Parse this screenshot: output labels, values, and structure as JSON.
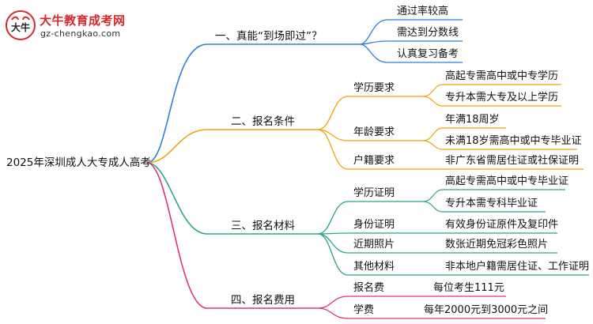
{
  "brand": {
    "name": "大牛教育成考网",
    "url": "gz-chengkao.com",
    "mark_text": "大牛"
  },
  "colors": {
    "blue": "#2f7de1",
    "orange": "#f0a30a",
    "green": "#2aa87f",
    "pink": "#e0317b",
    "gray": "#9a9a9a"
  },
  "mindmap": {
    "root": "2025年深圳成人大专成人高考",
    "branches": [
      {
        "label": "一、真能“到场即过”？",
        "items": [
          "通过率较高",
          "需达到分数线",
          "认真复习备考"
        ]
      },
      {
        "label": "二、报名条件",
        "groups": [
          {
            "label": "学历要求",
            "items": [
              "高起专需高中或中专学历",
              "专升本需大专及以上学历"
            ]
          },
          {
            "label": "年龄要求",
            "items": [
              "年满18周岁",
              "未满18岁需高中或中专毕业证"
            ]
          },
          {
            "label": "户籍要求",
            "items": [
              "非广东省需居住证或社保证明"
            ]
          }
        ]
      },
      {
        "label": "三、报名材料",
        "groups": [
          {
            "label": "学历证明",
            "items": [
              "高起专需高中或中专毕业证",
              "专升本需专科毕业证"
            ]
          },
          {
            "label": "身份证明",
            "items": [
              "有效身份证原件及复印件"
            ]
          },
          {
            "label": "近期照片",
            "items": [
              "数张近期免冠彩色照片"
            ]
          },
          {
            "label": "其他材料",
            "items": [
              "非本地户籍需居住证、工作证明"
            ]
          }
        ]
      },
      {
        "label": "四、报名费用",
        "groups": [
          {
            "label": "报名费",
            "items": [
              "每位考生111元"
            ]
          },
          {
            "label": "学费",
            "items": [
              "每年2000元到3000元之间"
            ]
          }
        ]
      }
    ]
  }
}
